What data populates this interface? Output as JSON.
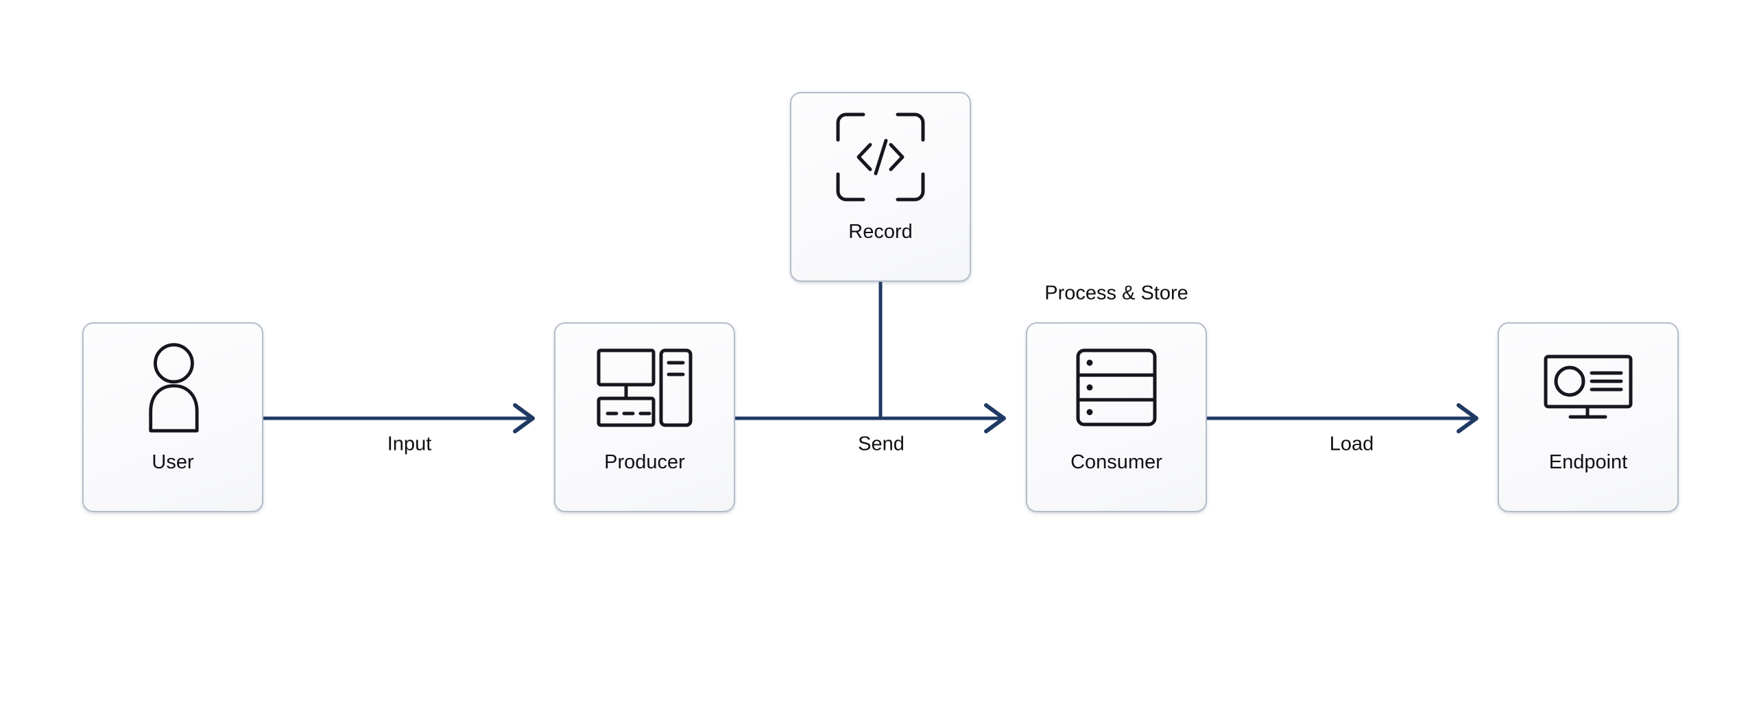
{
  "colors": {
    "background": "#ffffff",
    "edge": "#1f3a63",
    "node_border": "#b4bdc9",
    "node_fill": "#fbfbfd",
    "icon_stroke": "#16161e",
    "text": "#101014"
  },
  "nodes": {
    "user": {
      "label": "User",
      "icon": "person-icon"
    },
    "producer": {
      "label": "Producer",
      "icon": "workstation-icon"
    },
    "record": {
      "label": "Record",
      "icon": "code-brackets-icon"
    },
    "consumer": {
      "label": "Consumer",
      "icon": "server-stack-icon",
      "annotation": "Process & Store"
    },
    "endpoint": {
      "label": "Endpoint",
      "icon": "monitor-display-icon"
    }
  },
  "edges": {
    "input": {
      "from": "User",
      "to": "Producer",
      "label": "Input"
    },
    "send": {
      "from": "Producer",
      "to": "Consumer",
      "label": "Send"
    },
    "load": {
      "from": "Consumer",
      "to": "Endpoint",
      "label": "Load"
    },
    "record_to_send": {
      "from": "Record",
      "to": "Producer-Consumer edge",
      "label": ""
    }
  }
}
